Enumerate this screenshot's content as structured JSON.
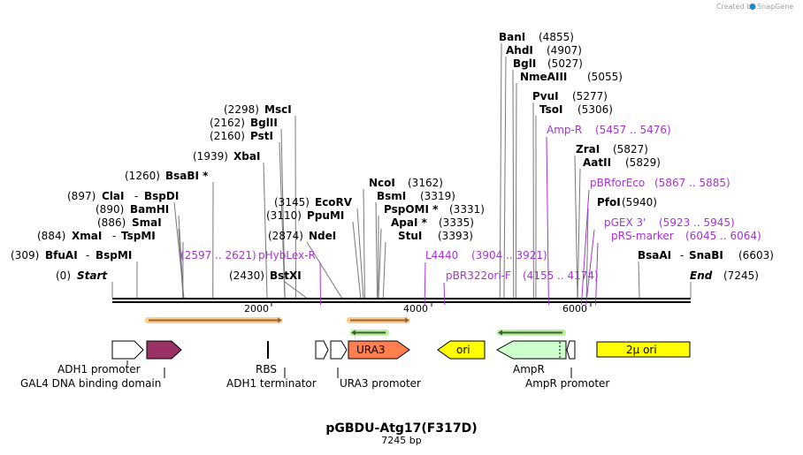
{
  "credit": "Created by",
  "credit_brand": "SnapGene",
  "title": "pGBDU-Atg17(F317D)",
  "subtitle": "7245 bp",
  "length": 7245,
  "ruler_ticks": [
    "2000",
    "4000",
    "6000"
  ],
  "enzymes": [
    {
      "id": "start",
      "name": "Start",
      "pos": 0,
      "pos_label": "(0)",
      "italic": true
    },
    {
      "id": "bfuai",
      "name": "BfuAI",
      "pos": 309,
      "pos_label": "(309)",
      "partner": "BspMI"
    },
    {
      "id": "xmai",
      "name": "XmaI",
      "pos": 884,
      "pos_label": "(884)",
      "partner": "TspMI"
    },
    {
      "id": "smai",
      "name": "SmaI",
      "pos": 886,
      "pos_label": "(886)"
    },
    {
      "id": "bamhi",
      "name": "BamHI",
      "pos": 890,
      "pos_label": "(890)"
    },
    {
      "id": "clai",
      "name": "ClaI",
      "pos": 897,
      "pos_label": "(897)",
      "partner": "BspDI"
    },
    {
      "id": "bsabi",
      "name": "BsaBI *",
      "pos": 1260,
      "pos_label": "(1260)"
    },
    {
      "id": "xbai",
      "name": "XbaI",
      "pos": 1939,
      "pos_label": "(1939)"
    },
    {
      "id": "psti",
      "name": "PstI",
      "pos": 2160,
      "pos_label": "(2160)"
    },
    {
      "id": "bglii",
      "name": "BglII",
      "pos": 2162,
      "pos_label": "(2162)"
    },
    {
      "id": "msci",
      "name": "MscI",
      "pos": 2298,
      "pos_label": "(2298)"
    },
    {
      "id": "bstxi",
      "name": "BstXI",
      "pos": 2430,
      "pos_label": "(2430)"
    },
    {
      "id": "ndei",
      "name": "NdeI",
      "pos": 2874,
      "pos_label": "(2874)"
    },
    {
      "id": "ppumi",
      "name": "PpuMI",
      "pos": 3110,
      "pos_label": "(3110)"
    },
    {
      "id": "ecorv",
      "name": "EcoRV",
      "pos": 3145,
      "pos_label": "(3145)"
    },
    {
      "id": "ncoi",
      "name": "NcoI",
      "pos": 3162,
      "pos_label": "(3162)"
    },
    {
      "id": "bsmi",
      "name": "BsmI",
      "pos": 3319,
      "pos_label": "(3319)"
    },
    {
      "id": "pspomi",
      "name": "PspOMI *",
      "pos": 3331,
      "pos_label": "(3331)"
    },
    {
      "id": "apai",
      "name": "ApaI *",
      "pos": 3335,
      "pos_label": "(3335)"
    },
    {
      "id": "stui",
      "name": "StuI",
      "pos": 3393,
      "pos_label": "(3393)"
    },
    {
      "id": "bani",
      "name": "BanI",
      "pos": 4855,
      "pos_label": "(4855)"
    },
    {
      "id": "ahdi",
      "name": "AhdI",
      "pos": 4907,
      "pos_label": "(4907)"
    },
    {
      "id": "bgli",
      "name": "BglI",
      "pos": 5027,
      "pos_label": "(5027)"
    },
    {
      "id": "nmeaiii",
      "name": "NmeAIII",
      "pos": 5055,
      "pos_label": "(5055)"
    },
    {
      "id": "pvui",
      "name": "PvuI",
      "pos": 5277,
      "pos_label": "(5277)"
    },
    {
      "id": "tsoi",
      "name": "TsoI",
      "pos": 5306,
      "pos_label": "(5306)"
    },
    {
      "id": "zrai",
      "name": "ZraI",
      "pos": 5827,
      "pos_label": "(5827)"
    },
    {
      "id": "aatii",
      "name": "AatII",
      "pos": 5829,
      "pos_label": "(5829)"
    },
    {
      "id": "pfoi",
      "name": "PfoI",
      "pos": 5940,
      "pos_label": "(5940)"
    },
    {
      "id": "bsaai",
      "name": "BsaAI",
      "pos": 6603,
      "pos_label": "(6603)",
      "partner": "SnaBI"
    },
    {
      "id": "end",
      "name": "End",
      "pos": 7245,
      "pos_label": "(7245)",
      "italic": true
    }
  ],
  "primers": [
    {
      "id": "phyblex",
      "name": "pHybLex-R",
      "range": "(2597 .. 2621)",
      "pos": 2609
    },
    {
      "id": "l4440",
      "name": "L4440",
      "range": "(3904 .. 3921)",
      "pos": 3912
    },
    {
      "id": "pbr322",
      "name": "pBR322ori-F",
      "range": "(4155 .. 4174)",
      "pos": 4165
    },
    {
      "id": "ampr_p",
      "name": "Amp-R",
      "range": "(5457 .. 5476)",
      "pos": 5466
    },
    {
      "id": "pbrforeco",
      "name": "pBRforEco",
      "range": "(5867 .. 5885)",
      "pos": 5876
    },
    {
      "id": "pgex3",
      "name": "pGEX 3'",
      "range": "(5923 .. 5945)",
      "pos": 5934
    },
    {
      "id": "prsmarker",
      "name": "pRS-marker",
      "range": "(6045 .. 6064)",
      "pos": 6054
    }
  ],
  "features": [
    {
      "id": "adh1-promoter",
      "label": "ADH1 promoter"
    },
    {
      "id": "gal4-dbd",
      "label": "GAL4 DNA binding domain"
    },
    {
      "id": "rbs",
      "label": "RBS"
    },
    {
      "id": "adh1-terminator",
      "label": "ADH1 terminator"
    },
    {
      "id": "ura3",
      "label": "URA3"
    },
    {
      "id": "ura3-promoter",
      "label": "URA3 promoter"
    },
    {
      "id": "ori",
      "label": "ori"
    },
    {
      "id": "ampr",
      "label": "AmpR"
    },
    {
      "id": "ampr-promoter",
      "label": "AmpR promoter"
    },
    {
      "id": "2mu-ori",
      "label": "2μ ori"
    }
  ],
  "colors": {
    "primer": "#a334d2",
    "gal4": "#993366",
    "ura3": "#ff7f50",
    "ori": "#ffff00",
    "ampr": "#ccffcc",
    "twomu": "#ffff00",
    "orf_bar": "#ffcc88",
    "orf_arrow": "#996633",
    "green_bar": "#bbee99",
    "green_arrow": "#336633",
    "credit_logo": "#1e88c8"
  }
}
